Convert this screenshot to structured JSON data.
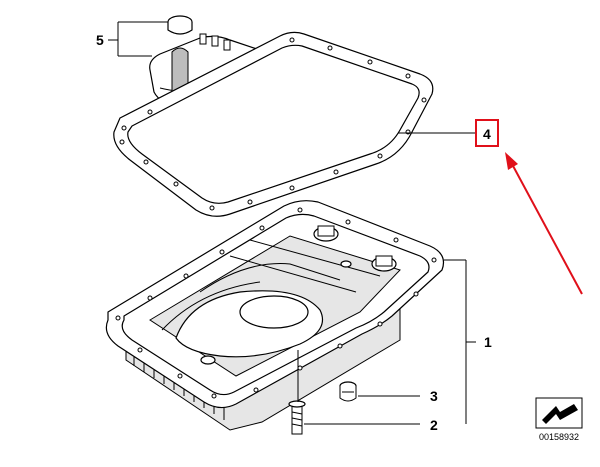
{
  "callouts": {
    "c1": "1",
    "c2": "2",
    "c3": "3",
    "c4": "4",
    "c5": "5"
  },
  "highlight_color": "#e0101a",
  "arrow_color": "#e0101a",
  "reference_number": "00158932"
}
